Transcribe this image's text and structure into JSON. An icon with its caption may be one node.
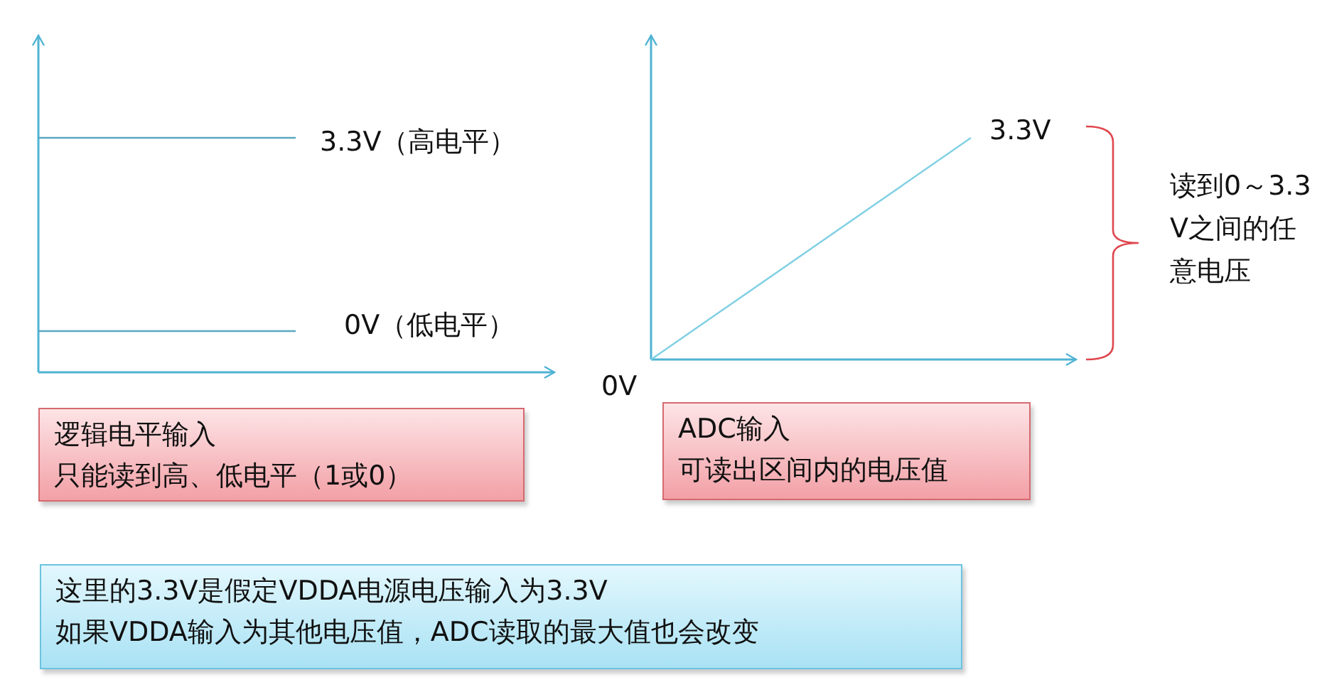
{
  "diagram": {
    "nodes": [
      {
        "text": [
          "逻辑电平输入",
          "只能读到高、低电平（1或0）"
        ]
      },
      {
        "text": [
          "ADC输入",
          "可读出区间内的电压值"
        ]
      },
      {
        "text": [
          "这里的3.3V是假定VDDA电源电压输入为3.3V",
          "如果VDDA输入为其他电压值，ADC读取的最大值也会改变"
        ]
      }
    ],
    "edges": [],
    "labels": [
      "3.3V（高电平）",
      "3.3V",
      "读到0～3.3V之间的任意电压",
      "0V（低电平）",
      "0V"
    ]
  }
}
